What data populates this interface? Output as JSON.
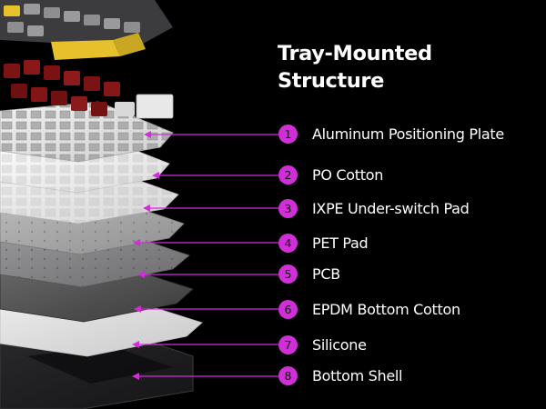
{
  "title": {
    "line1": "Tray-Mounted",
    "line2": "Structure"
  },
  "colors": {
    "background": "#000000",
    "accent": "#d02ed6",
    "text": "#ffffff"
  },
  "layers": [
    {
      "number": "1",
      "label": "Aluminum Positioning Plate"
    },
    {
      "number": "2",
      "label": "PO Cotton"
    },
    {
      "number": "3",
      "label": "IXPE Under-switch Pad"
    },
    {
      "number": "4",
      "label": "PET Pad"
    },
    {
      "number": "5",
      "label": "PCB"
    },
    {
      "number": "6",
      "label": "EPDM Bottom Cotton"
    },
    {
      "number": "7",
      "label": "Silicone"
    },
    {
      "number": "8",
      "label": "Bottom Shell"
    }
  ]
}
